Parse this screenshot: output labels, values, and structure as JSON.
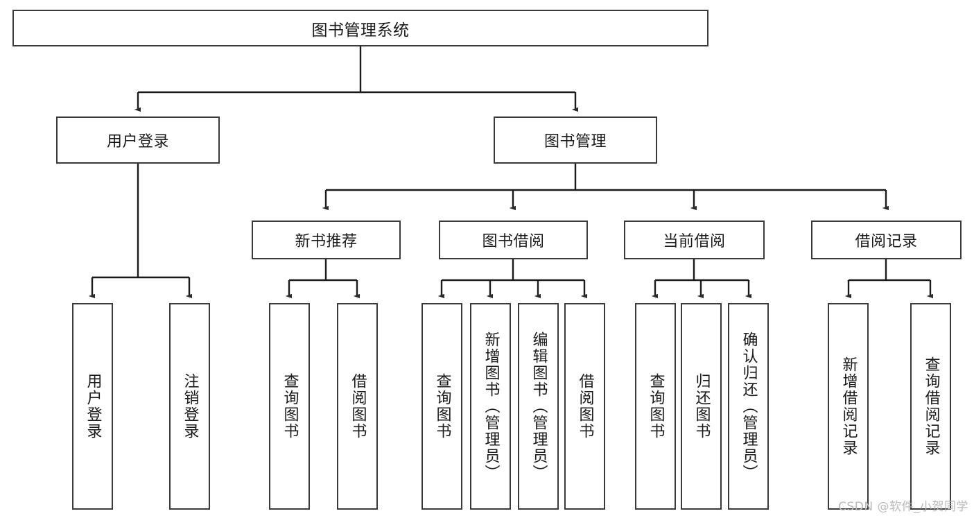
{
  "diagram": {
    "title": "图书管理系统",
    "watermark": "CSDN @软件_小贺同学",
    "colors": {
      "box_border": "#3a3a3a",
      "box_fill": "#ffffff",
      "edge": "#1a1a1a",
      "text": "#1a1a1a",
      "watermark": "#b9b9b9"
    },
    "nodes": {
      "root": {
        "label": "图书管理系统"
      },
      "level2": [
        {
          "label": "用户登录"
        },
        {
          "label": "图书管理"
        }
      ],
      "level3": [
        {
          "label": "新书推荐"
        },
        {
          "label": "图书借阅"
        },
        {
          "label": "当前借阅"
        },
        {
          "label": "借阅记录"
        }
      ],
      "leaves": {
        "user_login": [
          {
            "label": "用户登录"
          },
          {
            "label": "注销登录"
          }
        ],
        "new_book_recommend": [
          {
            "label": "查询图书"
          },
          {
            "label": "借阅图书"
          }
        ],
        "book_borrow": [
          {
            "label": "查询图书"
          },
          {
            "label": "新增图书（管理员）"
          },
          {
            "label": "编辑图书（管理员）"
          },
          {
            "label": "借阅图书"
          }
        ],
        "current_borrow": [
          {
            "label": "查询图书"
          },
          {
            "label": "归还图书"
          },
          {
            "label": "确认归还（管理员）"
          }
        ],
        "borrow_record": [
          {
            "label": "新增借阅记录"
          },
          {
            "label": "查询借阅记录"
          }
        ]
      }
    }
  }
}
